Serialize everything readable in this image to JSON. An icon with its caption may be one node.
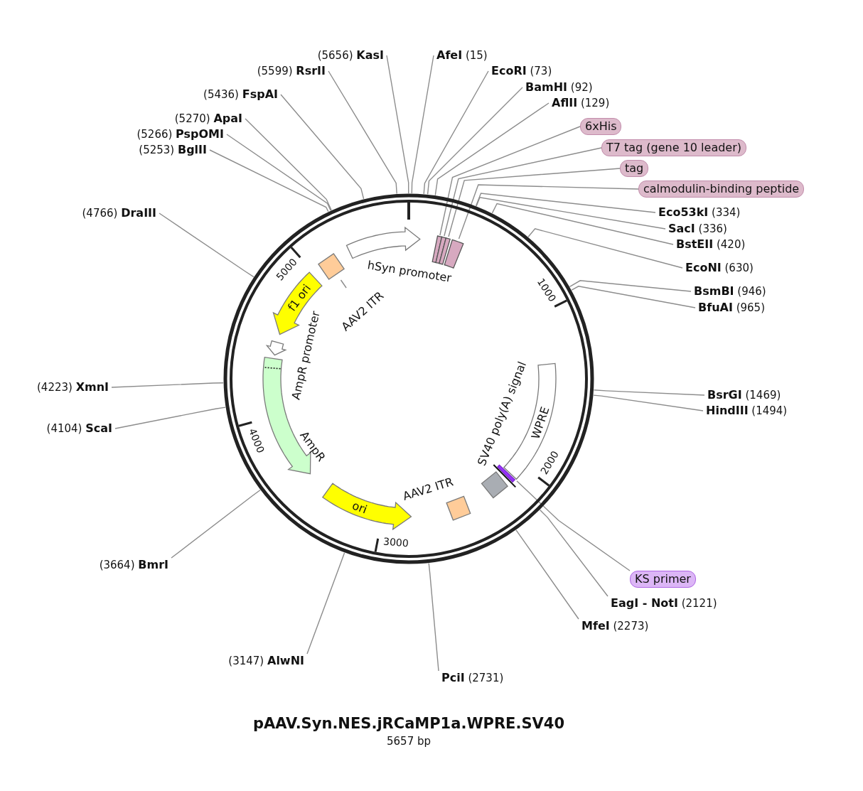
{
  "diagram": {
    "title": "pAAV.Syn.NES.jRCaMP1a.WPRE.SV40",
    "caption": "5657 bp",
    "nodes": [
      {
        "text": [
          "(5656) **KasI**"
        ]
      },
      {
        "text": [
          "**AfeI** (15)"
        ]
      },
      {
        "text": [
          "(5599) **RsrII**"
        ]
      },
      {
        "text": [
          "**EcoRI** (73)"
        ]
      },
      {
        "text": [
          "**BamHI** (92)"
        ]
      },
      {
        "text": [
          "(5436) **FspAI**"
        ]
      },
      {
        "text": [
          "**AflII** (129)"
        ]
      },
      {
        "text": [
          "(5270) **ApaI**"
        ]
      },
      {
        "text": [
          "6xHis"
        ]
      },
      {
        "text": [
          "(5266) **PspOMI**"
        ]
      },
      {
        "text": [
          "T7 tag (gene 10 leader)"
        ]
      },
      {
        "text": [
          "(5253) **BglII**"
        ]
      },
      {
        "text": [
          "tag"
        ]
      },
      {
        "text": [
          "calmodulin-binding peptide"
        ]
      },
      {
        "text": [
          "(4766) **DraIII**"
        ]
      },
      {
        "text": [
          "**Eco53kI** (334)"
        ]
      },
      {
        "text": [
          "**SacI** (336)"
        ]
      },
      {
        "text": [
          "**BstEII** (420)"
        ]
      },
      {
        "text": [
          "**EcoNI** (630)"
        ]
      },
      {
        "text": [
          "**BsmBI** (946)"
        ]
      },
      {
        "text": [
          "**BfuAI** (965)"
        ]
      },
      {
        "text": [
          "(4223) **XmnI**"
        ]
      },
      {
        "text": [
          "**BsrGI** (1469)"
        ]
      },
      {
        "text": [
          "**HindIII** (1494)"
        ]
      },
      {
        "text": [
          "(4104) **ScaI**"
        ]
      },
      {
        "text": [
          "(3664) **BmrI**"
        ]
      },
      {
        "text": [
          "KS primer"
        ]
      },
      {
        "text": [
          "**EagI - NotI** (2121)"
        ]
      },
      {
        "text": [
          "**MfeI** (2273)"
        ]
      },
      {
        "text": [
          "(3147) **AlwNI**"
        ]
      },
      {
        "text": [
          "**PciI** (2731)"
        ]
      },
      {
        "text": [],
        "shape": "bar"
      },
      {
        "text": [],
        "shape": "bar"
      },
      {
        "text": [],
        "shape": "bar"
      },
      {
        "text": [],
        "shape": "bar"
      },
      {
        "text": [],
        "shape": "box"
      },
      {
        "text": [
          "hSyn promoter"
        ]
      },
      {
        "text": [
          "AAV2 ITR"
        ]
      },
      {
        "text": [
          "f1 ori"
        ]
      },
      {
        "text": [
          "AmpR promoter"
        ]
      },
      {
        "text": [
          "AmpR"
        ]
      },
      {
        "text": [
          "ori"
        ]
      },
      {
        "text": [
          "AAV2 ITR"
        ]
      },
      {
        "text": [
          "SV40 poly(A) signal"
        ]
      },
      {
        "text": [
          "WPRE"
        ]
      },
      {
        "text": [],
        "shape": "bar"
      }
    ],
    "edges": [
      {
        "from": 0,
        "to": null,
        "arrow": "none"
      },
      {
        "from": 1,
        "to": null,
        "arrow": "none"
      },
      {
        "from": 2,
        "to": null,
        "arrow": "none"
      },
      {
        "from": 3,
        "to": null,
        "arrow": "none"
      },
      {
        "from": 4,
        "to": null,
        "arrow": "none"
      },
      {
        "from": 5,
        "to": null,
        "arrow": "none"
      },
      {
        "from": 6,
        "to": null,
        "arrow": "none"
      },
      {
        "from": 7,
        "to": null,
        "arrow": "none"
      },
      {
        "from": 8,
        "to": 31,
        "arrow": "none"
      },
      {
        "from": 9,
        "to": null,
        "arrow": "none"
      },
      {
        "from": 10,
        "to": 32,
        "arrow": "none"
      },
      {
        "from": 11,
        "to": null,
        "arrow": "none"
      },
      {
        "from": 12,
        "to": 33,
        "arrow": "none"
      },
      {
        "from": 13,
        "to": 34,
        "arrow": "none"
      },
      {
        "from": 14,
        "to": null,
        "arrow": "none"
      },
      {
        "from": 15,
        "to": null,
        "arrow": "none"
      },
      {
        "from": 16,
        "to": null,
        "arrow": "none"
      },
      {
        "from": 17,
        "to": null,
        "arrow": "none"
      },
      {
        "from": 18,
        "to": null,
        "arrow": "none"
      },
      {
        "from": 19,
        "to": null,
        "arrow": "none"
      },
      {
        "from": 20,
        "to": null,
        "arrow": "none"
      },
      {
        "from": 21,
        "to": null,
        "arrow": "none"
      },
      {
        "from": 22,
        "to": null,
        "arrow": "none"
      },
      {
        "from": 23,
        "to": null,
        "arrow": "none"
      },
      {
        "from": 24,
        "to": null,
        "arrow": "none"
      },
      {
        "from": 25,
        "to": null,
        "arrow": "none"
      },
      {
        "from": 26,
        "to": 45,
        "arrow": "none"
      },
      {
        "from": 27,
        "to": null,
        "arrow": "none"
      },
      {
        "from": 28,
        "to": null,
        "arrow": "none"
      },
      {
        "from": 29,
        "to": null,
        "arrow": "none"
      },
      {
        "from": 30,
        "to": null,
        "arrow": "none"
      },
      {
        "from": 37,
        "to": 35,
        "arrow": "none"
      }
    ],
    "labels": [
      "5000",
      "1000",
      "4000",
      "2000",
      "3000"
    ]
  }
}
